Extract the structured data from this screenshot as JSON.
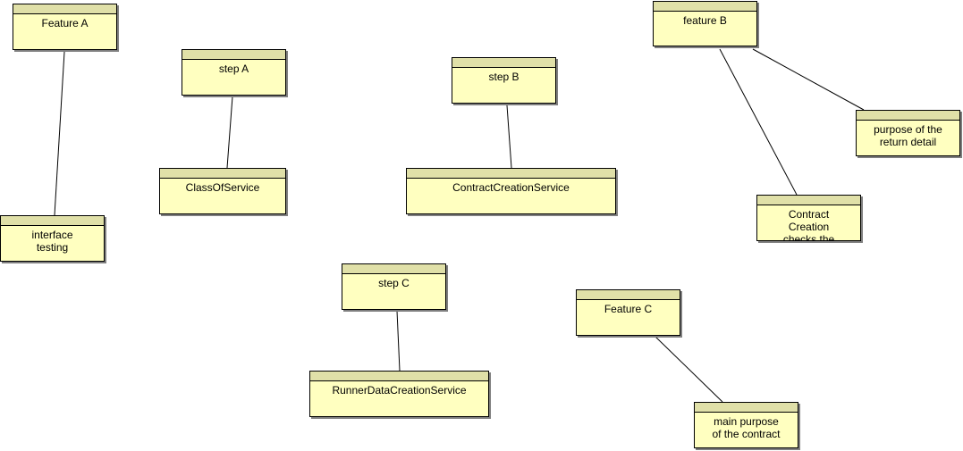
{
  "nodes": [
    {
      "id": "feature-a",
      "label": "Feature A"
    },
    {
      "id": "interface-testing",
      "label": "interface\ntesting"
    },
    {
      "id": "step-a",
      "label": "step A"
    },
    {
      "id": "class-of-service",
      "label": "ClassOfService"
    },
    {
      "id": "step-b",
      "label": "step B"
    },
    {
      "id": "contract-creation-service",
      "label": "ContractCreationService"
    },
    {
      "id": "feature-b",
      "label": "feature B"
    },
    {
      "id": "purpose-return-detail",
      "label": "purpose of the\nreturn detail"
    },
    {
      "id": "contract-creation-checks",
      "label": "Contract\nCreation\nchecks the"
    },
    {
      "id": "step-c",
      "label": "step C"
    },
    {
      "id": "runner-data-creation-service",
      "label": "RunnerDataCreationService"
    },
    {
      "id": "feature-c",
      "label": "Feature C"
    },
    {
      "id": "main-purpose-contract",
      "label": "main purpose\nof the contract"
    }
  ],
  "edges": [
    {
      "from": "feature-a",
      "to": "interface-testing"
    },
    {
      "from": "step-a",
      "to": "class-of-service"
    },
    {
      "from": "step-b",
      "to": "contract-creation-service"
    },
    {
      "from": "feature-b",
      "to": "purpose-return-detail"
    },
    {
      "from": "feature-b",
      "to": "contract-creation-checks"
    },
    {
      "from": "step-c",
      "to": "runner-data-creation-service"
    },
    {
      "from": "feature-c",
      "to": "main-purpose-contract"
    }
  ],
  "colors": {
    "box_fill": "#ffffc0",
    "box_header": "#e0e0a8",
    "border": "#000000",
    "shadow": "#7f7f7f"
  }
}
